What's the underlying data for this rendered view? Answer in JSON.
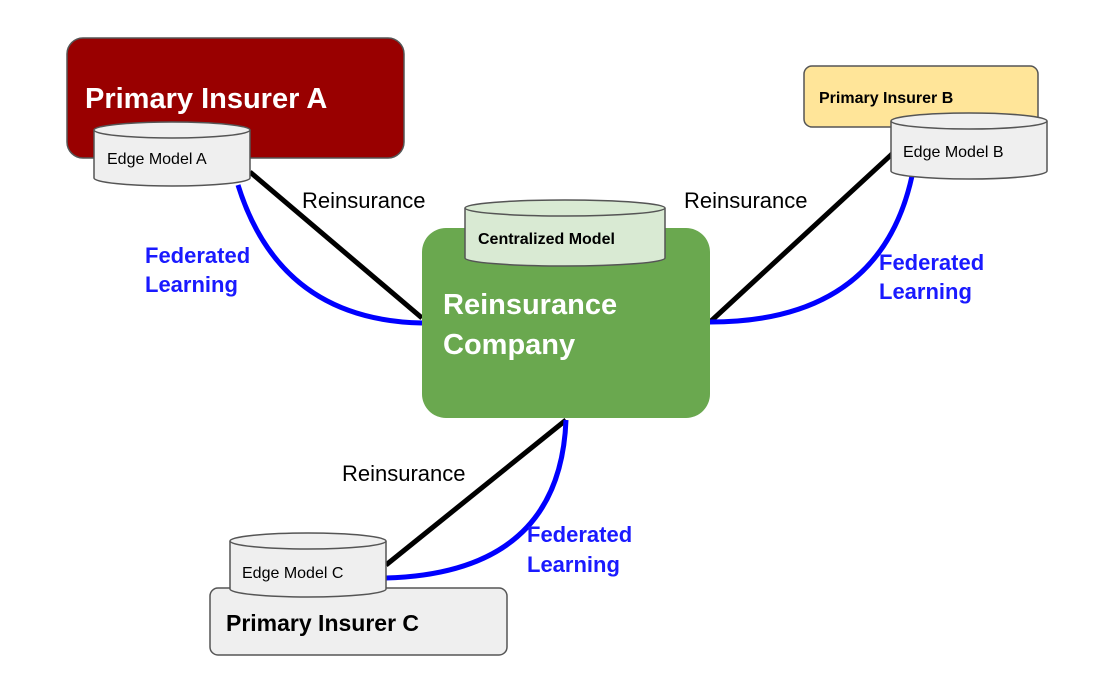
{
  "colors": {
    "insurer_a_fill": "#990000",
    "insurer_b_fill": "#ffe599",
    "insurer_c_fill": "#efefef",
    "reinsurer_fill": "#6aa84f",
    "centralized_model_fill": "#d9ead3",
    "edge_model_fill": "#efefef",
    "reinsurance_link": "#000000",
    "federated_link": "#0000ff"
  },
  "nodes": {
    "insurer_a": {
      "label": "Primary Insurer A"
    },
    "insurer_b": {
      "label": "Primary Insurer B"
    },
    "insurer_c": {
      "label": "Primary Insurer C"
    },
    "reinsurer": {
      "label_line1": "Reinsurance",
      "label_line2": "Company"
    },
    "centralized_model": {
      "label": "Centralized Model"
    },
    "edge_model_a": {
      "label": "Edge Model A"
    },
    "edge_model_b": {
      "label": "Edge Model B"
    },
    "edge_model_c": {
      "label": "Edge Model C"
    }
  },
  "links": {
    "reinsurance_a": "Reinsurance",
    "reinsurance_b": "Reinsurance",
    "reinsurance_c": "Reinsurance",
    "federated_a": {
      "line1": "Federated",
      "line2": "Learning"
    },
    "federated_b": {
      "line1": "Federated",
      "line2": "Learning"
    },
    "federated_c": {
      "line1": "Federated",
      "line2": "Learning"
    }
  }
}
